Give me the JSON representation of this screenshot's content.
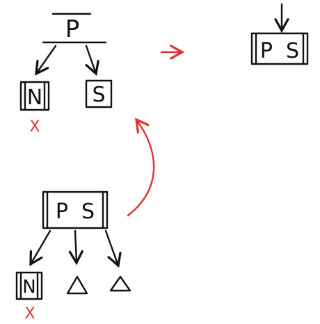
{
  "colors": {
    "ink": "#111111",
    "red": "#e0312f",
    "background": "#ffffff"
  },
  "top_left_tree": {
    "root": "P",
    "left_child": "N",
    "right_child": "S",
    "removed_mark": "X"
  },
  "top_right": {
    "merged_node": "P  S"
  },
  "bottom_tree": {
    "root": "P  S",
    "left_child": "N",
    "removed_mark": "X"
  }
}
